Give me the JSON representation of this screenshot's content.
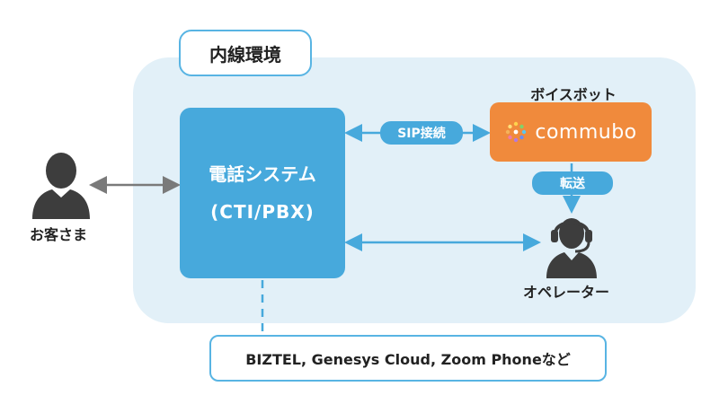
{
  "environment_label": "内線環境",
  "phone_system": {
    "title": "電話システム",
    "subtitle": "(CTI/PBX)"
  },
  "voicebot": {
    "title": "ボイスボット",
    "brand_name": "commubo"
  },
  "connections": {
    "sip": "SIP接続",
    "transfer": "転送"
  },
  "customer_label": "お客さま",
  "operator_label": "オペレーター",
  "platforms_label": "BIZTEL, Genesys Cloud, Zoom Phoneなど",
  "colors": {
    "panel": "#e2f0f8",
    "accent_blue": "#47a9dc",
    "outline_blue": "#58b4e3",
    "bot_orange": "#f08a3c",
    "person": "#3d3d3d",
    "gray_arrow": "#7a7a7a"
  },
  "icons": [
    "customer-person-icon",
    "operator-headset-icon",
    "commubo-logo-icon"
  ]
}
